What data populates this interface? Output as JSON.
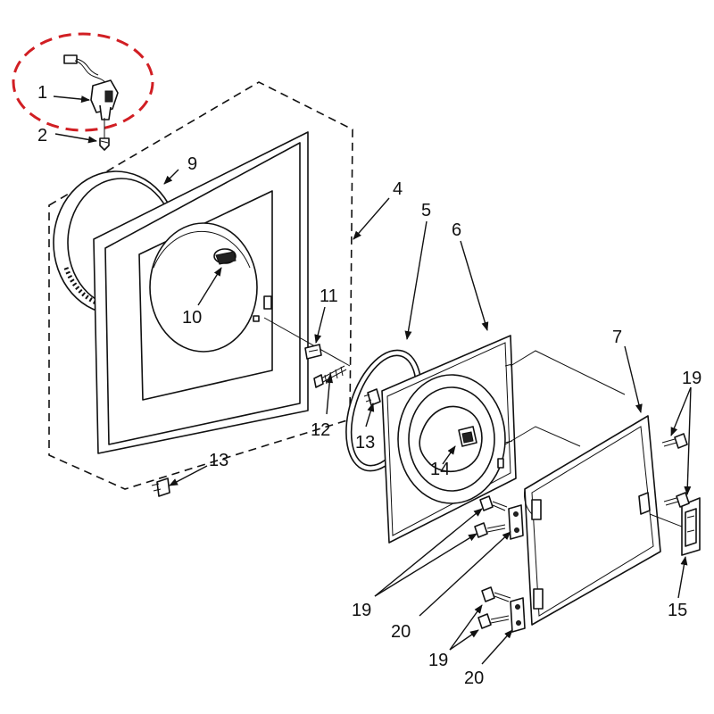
{
  "labels": {
    "l1": "1",
    "l2": "2",
    "l4": "4",
    "l5": "5",
    "l6": "6",
    "l7": "7",
    "l9": "9",
    "l10": "10",
    "l11": "11",
    "l12": "12",
    "l13a": "13",
    "l13b": "13",
    "l14": "14",
    "l15": "15",
    "l19a": "19",
    "l19b": "19",
    "l19c": "19",
    "l20a": "20",
    "l20b": "20"
  },
  "colors": {
    "highlight": "#d11e23",
    "ink": "#111111",
    "background": "#ffffff"
  }
}
